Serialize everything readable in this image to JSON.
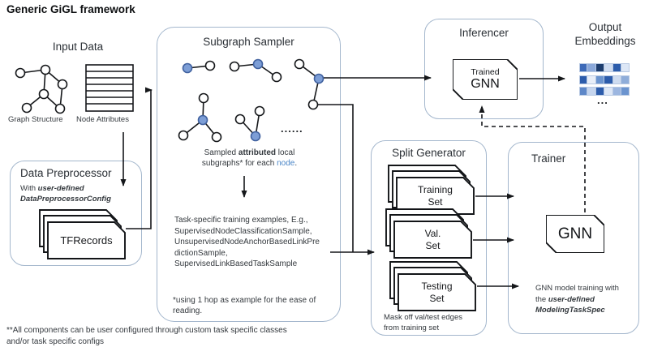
{
  "title": "Generic GiGL framework",
  "colors": {
    "box_border": "#a4b7cd",
    "node_fill": "#7d9ed6",
    "node_stroke": "#40619f",
    "link_text": "#4a86c8"
  },
  "input_data": {
    "label": "Input Data",
    "graph_label": "Graph Structure",
    "attributes_label": "Node Attributes"
  },
  "preprocessor": {
    "title": "Data Preprocessor",
    "note_prefix": "With ",
    "note_emphasis": "user-defined",
    "note_line2": "DataPreprocessorConfig",
    "stack_label": "TFRecords"
  },
  "sampler": {
    "title": "Subgraph Sampler",
    "dots": "......",
    "caption_pre": "Sampled ",
    "caption_bold": "attributed",
    "caption_post": " local",
    "caption2_pre": "subgraphs* for each ",
    "caption2_link": "node",
    "caption2_end": ".",
    "task_lines": [
      "Task-specific training examples, E.g.,",
      "SupervisedNodeClassificationSample,",
      "UnsupervisedNodeAnchorBasedLinkPre",
      "dictionSample,",
      "SupervisedLinkBasedTaskSample"
    ],
    "footnote_line1": "*using 1 hop as example for the ease of",
    "footnote_line2": "reading."
  },
  "inferencer": {
    "title": "Inferencer",
    "chip_line1": "Trained",
    "chip_line2": "GNN"
  },
  "output": {
    "label_line1": "Output",
    "label_line2": "Embeddings",
    "dots": "...",
    "grid": [
      [
        "#3d6ab8",
        "#8aa8da",
        "#1d3d6e",
        "#cfdcf0",
        "#2c5cab",
        "#dde7f6"
      ],
      [
        "#2c5cab",
        "#e8eef8",
        "#6b94cf",
        "#2c5cab",
        "#cfdcf0",
        "#8fadd9"
      ],
      [
        "#5d87c8",
        "#c5d5ee",
        "#2c5cab",
        "#dde7f6",
        "#9cb6e0",
        "#6b94cf"
      ]
    ]
  },
  "split_generator": {
    "title": "Split Generator",
    "stacks": [
      {
        "line1": "Training",
        "line2": "Set"
      },
      {
        "line1": "Val.",
        "line2": "Set"
      },
      {
        "line1": "Testing",
        "line2": "Set"
      }
    ],
    "caption_line1": "Mask off val/test edges",
    "caption_line2": "from training set"
  },
  "trainer": {
    "title": "Trainer",
    "chip_label": "GNN",
    "note_line1": "GNN model training with",
    "note_line2_pre": "the ",
    "note_line2_bold": "user-defined",
    "note_line3_bold": "ModelingTaskSpec"
  },
  "footnote_line1": "**All components can be user configured through custom task specific classes",
  "footnote_line2": "and/or task specific configs"
}
